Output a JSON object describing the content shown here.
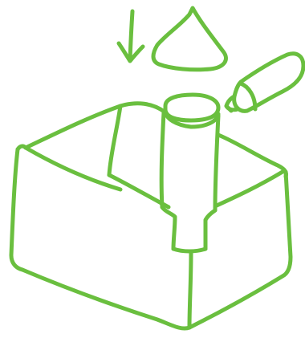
{
  "illustration": {
    "stroke_color": "#6abf3f",
    "background_color": "#ffffff",
    "parts": [
      "down-arrow-icon",
      "cone-lid",
      "marker-pen-icon",
      "open-box",
      "central-tube"
    ]
  }
}
